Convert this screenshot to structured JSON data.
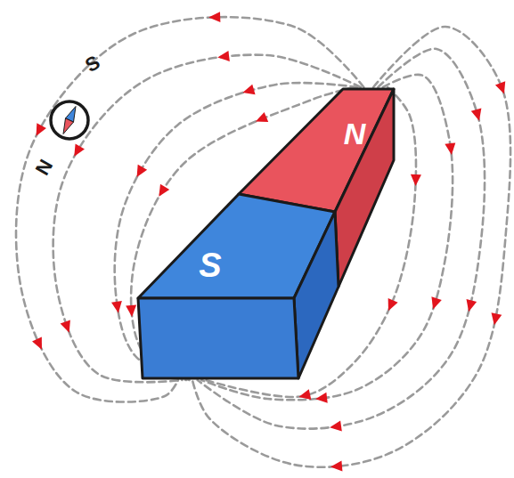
{
  "diagram": {
    "nodes": [
      {
        "text": [
          "N"
        ]
      },
      {
        "text": [
          "S"
        ]
      }
    ],
    "edges": [
      {
        "from": 0,
        "to": 1,
        "arrow": "to"
      },
      {
        "from": 0,
        "to": 1,
        "arrow": "to"
      },
      {
        "from": 0,
        "to": 1,
        "arrow": "to"
      },
      {
        "from": 0,
        "to": 1,
        "arrow": "to"
      },
      {
        "from": 0,
        "to": 1,
        "arrow": "to"
      },
      {
        "from": 0,
        "to": 1,
        "arrow": "to"
      },
      {
        "from": 0,
        "to": 1,
        "arrow": "to"
      },
      {
        "from": 0,
        "to": 1,
        "arrow": "to"
      }
    ],
    "labels": [
      "S",
      "N"
    ]
  }
}
